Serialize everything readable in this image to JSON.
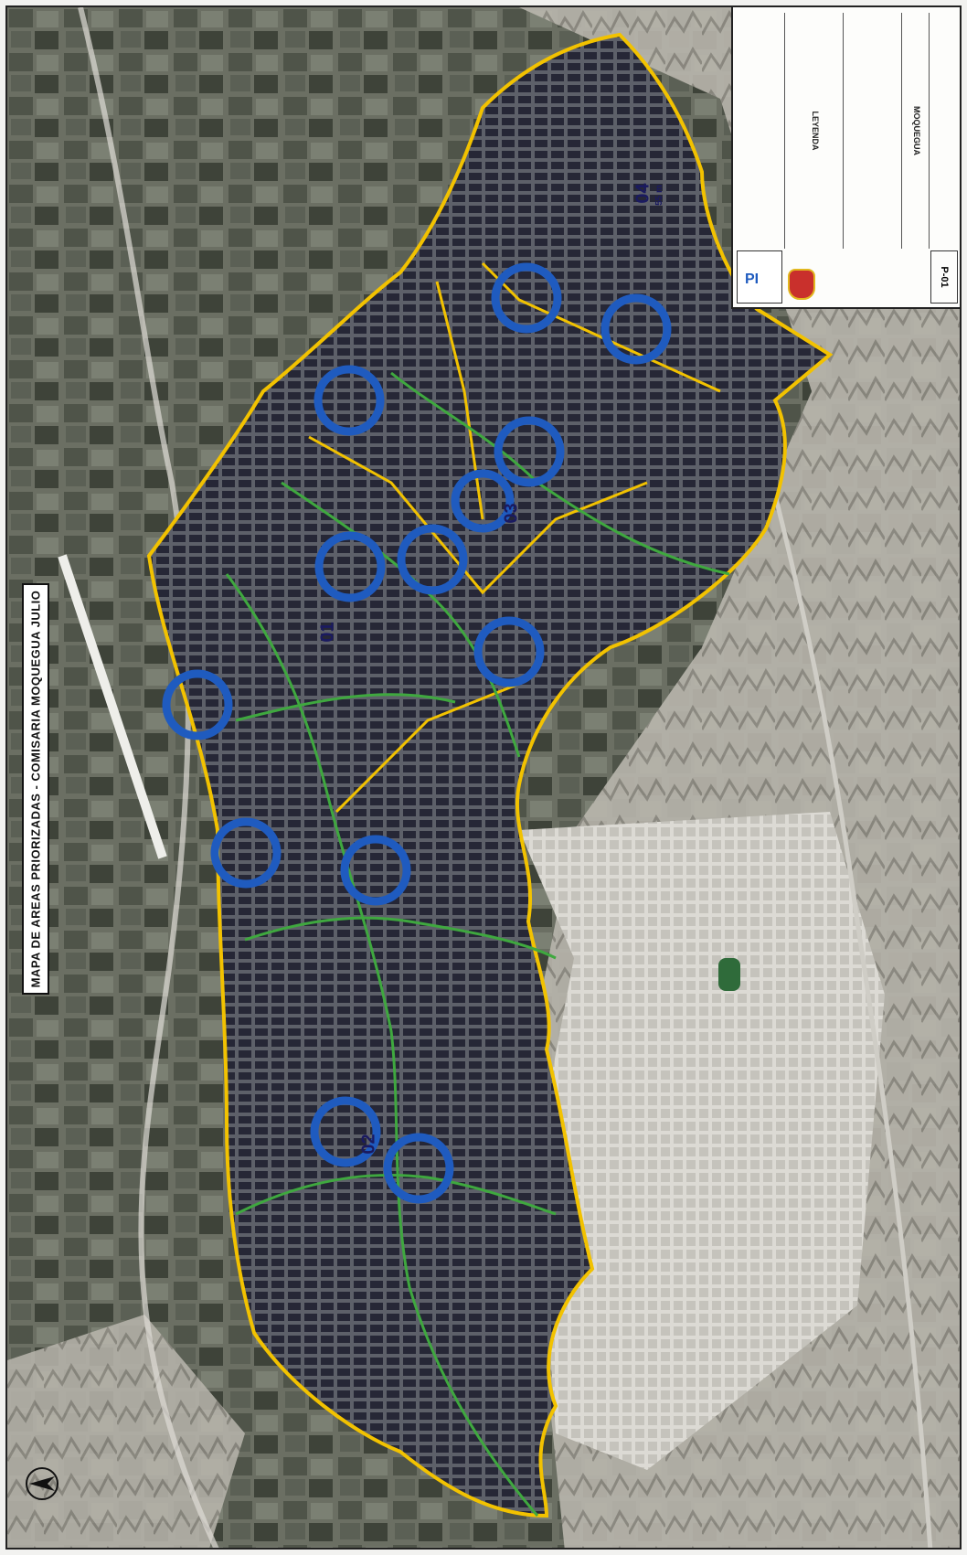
{
  "map": {
    "title": "MAPA DE AREAS PRIORIZADAS - COMISARIA MOQUEGUA JULIO",
    "sheet_code": "P-01",
    "colors": {
      "background_satellite": "#8c8c86",
      "urban_blocks": "#2a2a3a",
      "sector_boundary": "#f2c200",
      "roads_green": "#3fa83f",
      "priority_circle": "#1f5bbf",
      "city_light": "#d9d7d1"
    },
    "sectors": [
      {
        "label": "01"
      },
      {
        "label": "02"
      },
      {
        "label": "03"
      },
      {
        "label": "04",
        "sub": "55 m"
      }
    ],
    "priority_areas_count": 13,
    "icons": [
      "north-arrow-icon",
      "pi-logo-icon",
      "municipal-emblem-icon"
    ]
  },
  "legend": {
    "heading": "LEYENDA",
    "logo_text": "PI",
    "subtitle": "MOQUEGUA"
  }
}
